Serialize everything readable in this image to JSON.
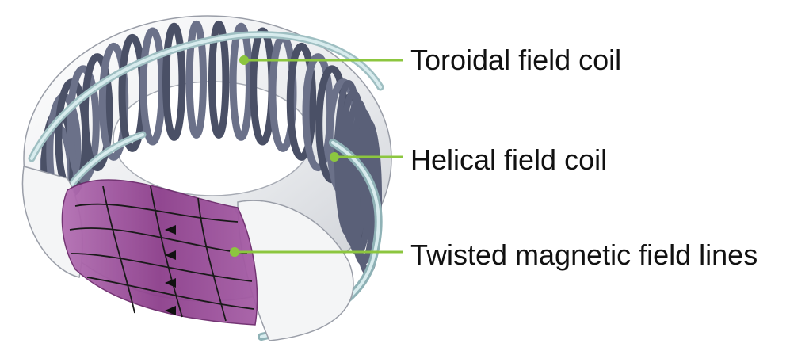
{
  "labels": {
    "toroidal": "Toroidal field coil",
    "helical": "Helical field coil",
    "twisted": "Twisted magnetic field lines"
  },
  "colors": {
    "leader_line": "#8cc63f",
    "coil_dark": "#4a5066",
    "coil_mid": "#7a8098",
    "helical_coil": "#b7d3d6",
    "vessel": "#eef0f2",
    "plasma": "#9b4f9a",
    "text": "#111111"
  },
  "icons": {
    "main": "stellarator-torus-illustration"
  }
}
